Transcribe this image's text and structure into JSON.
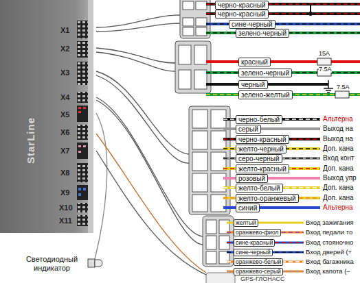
{
  "diagram": {
    "nodes": [
      {
        "text": [
          "StarLine"
        ]
      }
    ],
    "labels": [
      "X1",
      "X2",
      "X3",
      "X4",
      "X5",
      "X6",
      "X7",
      "X8",
      "X9",
      "X10",
      "X11",
      "черно-красный",
      "черно-красный",
      "сине-черный",
      "зелено-черный",
      "15A",
      "красный",
      "7.5A",
      "зелено-черный",
      "черный",
      "7.5A",
      "зелено-желтый",
      "черно-белый",
      "серый",
      "черно-красный",
      "желто-черный",
      "серо-черный",
      "желто-красный",
      "розовый",
      "желто-белый",
      "желто-оранжевый",
      "синий",
      "Альтерна",
      "Выход на",
      "Выход на",
      "Доп. кана",
      "Вход конт",
      "Доп. кана",
      "Выход упр",
      "Доп. кана",
      "Доп. кана",
      "Альтерна",
      "желтый",
      "оранжево-фиол",
      "сине-красный",
      "сине-черный",
      "оранжево-белый",
      "оранжево-серый",
      "Вход зажигания",
      "Вход педали то",
      "Вход стояночно",
      "Вход дверей (+",
      "Вход багажника",
      "Вход капота (–",
      "Светодиодный индикатор",
      "GPS-ГЛОНАСС"
    ]
  }
}
